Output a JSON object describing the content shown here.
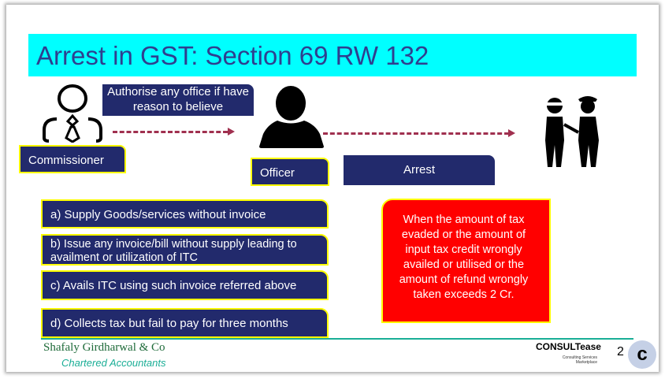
{
  "title": "Arrest in GST: Section 69 RW 132",
  "authorise": "Authorise any office if have reason to believe",
  "commissioner": "Commissioner",
  "officer": "Officer",
  "arrest": "Arrest",
  "items": [
    "a) Supply Goods/services without invoice",
    "b) Issue any invoice/bill without supply leading to availment or utilization of ITC",
    "c) Avails ITC using such invoice referred above",
    "d) Collects tax but fail to pay for three months"
  ],
  "condition": "When the amount of tax evaded or the amount of input tax credit wrongly availed or utilised or the amount of refund wrongly taken exceeds 2 Cr.",
  "footer": {
    "firm": "Shafaly Girdharwal & Co",
    "subtitle": "Chartered Accountants",
    "logo": "CONSULTease",
    "logo_sub": "Consulting Services Marketplace",
    "page": "2"
  },
  "colors": {
    "title_bg": "#00ffff",
    "box": "#222a6c",
    "red": "#ff0000",
    "accent": "#1aae96"
  }
}
